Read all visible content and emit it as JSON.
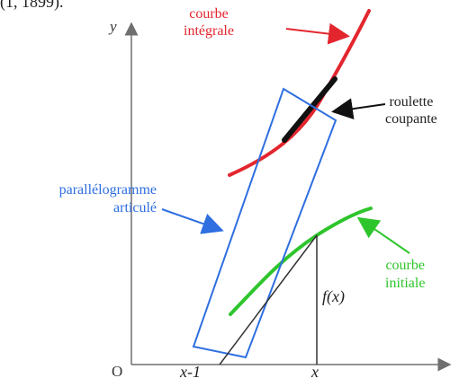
{
  "caption_fragment": "(1, 1899).",
  "axes": {
    "y_label": "y",
    "origin_label": "O"
  },
  "labels": {
    "curve_integral": [
      "courbe",
      "intégrale"
    ],
    "cutting_wheel": [
      "roulette",
      "coupante"
    ],
    "parallelogram": [
      "parallélogramme",
      "articulé"
    ],
    "curve_initial": [
      "courbe",
      "initiale"
    ],
    "f_x": "f(x)",
    "x_minus_1": "x-1",
    "x": "x"
  },
  "colors": {
    "integral_curve": "#e3262e",
    "initial_curve": "#2ec52c",
    "parallelogram": "#2f6fe0",
    "wheel": "#111111",
    "axes": "#6f6f6f",
    "construction": "#333333"
  }
}
